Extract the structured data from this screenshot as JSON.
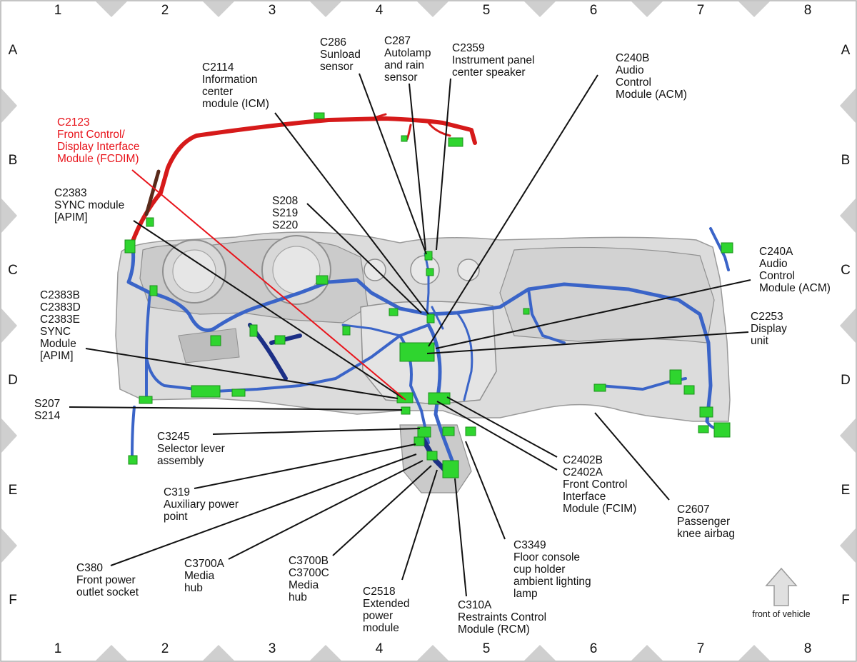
{
  "grid": {
    "columns": [
      "1",
      "2",
      "3",
      "4",
      "5",
      "6",
      "7",
      "8"
    ],
    "rows": [
      "A",
      "B",
      "C",
      "D",
      "E",
      "F"
    ]
  },
  "orientation": {
    "label": "front of vehicle"
  },
  "colors": {
    "harness_red": "#d61a1a",
    "harness_blue": "#3a64c8",
    "harness_dark_blue": "#1c2f86",
    "connector_green": "#2fd52f",
    "highlight_red": "#e8141b",
    "frame_gray": "#c8c8c8",
    "panel_gray": "#d8d8d8"
  },
  "callouts": [
    {
      "id": "c2123",
      "highlight": true,
      "lines": [
        "C2123",
        "Front Control/",
        "Display Interface",
        "Module (FCDIM)"
      ]
    },
    {
      "id": "c2114",
      "lines": [
        "C2114",
        "Information",
        "center",
        "module (ICM)"
      ]
    },
    {
      "id": "c286",
      "lines": [
        "C286",
        "Sunload",
        "sensor"
      ]
    },
    {
      "id": "c287",
      "lines": [
        "C287",
        "Autolamp",
        "and rain",
        "sensor"
      ]
    },
    {
      "id": "c2359",
      "lines": [
        "C2359",
        "Instrument panel",
        "center speaker"
      ]
    },
    {
      "id": "c240b",
      "lines": [
        "C240B",
        "Audio",
        "Control",
        "Module (ACM)"
      ]
    },
    {
      "id": "c2383",
      "lines": [
        "C2383",
        "SYNC module",
        "[APIM]"
      ]
    },
    {
      "id": "s208",
      "lines": [
        "S208",
        "S219",
        "S220"
      ]
    },
    {
      "id": "c240a",
      "lines": [
        "C240A",
        "Audio",
        "Control",
        "Module (ACM)"
      ]
    },
    {
      "id": "c2383b",
      "lines": [
        "C2383B",
        "C2383D",
        "C2383E",
        "SYNC",
        "Module",
        "[APIM]"
      ]
    },
    {
      "id": "c2253",
      "lines": [
        "C2253",
        "Display",
        "unit"
      ]
    },
    {
      "id": "s207",
      "lines": [
        "S207",
        "S214"
      ]
    },
    {
      "id": "c3245",
      "lines": [
        "C3245",
        "Selector lever",
        "assembly"
      ]
    },
    {
      "id": "c2402",
      "lines": [
        "C2402B",
        "C2402A",
        "Front Control",
        "Interface",
        "Module (FCIM)"
      ]
    },
    {
      "id": "c319",
      "lines": [
        "C319",
        "Auxiliary power",
        "point"
      ]
    },
    {
      "id": "c2607",
      "lines": [
        "C2607",
        "Passenger",
        "knee airbag"
      ]
    },
    {
      "id": "c3349",
      "lines": [
        "C3349",
        "Floor console",
        "cup holder",
        "ambient lighting",
        "lamp"
      ]
    },
    {
      "id": "c380",
      "lines": [
        "C380",
        "Front power",
        "outlet socket"
      ]
    },
    {
      "id": "c3700a",
      "lines": [
        "C3700A",
        "Media",
        "hub"
      ]
    },
    {
      "id": "c3700b",
      "lines": [
        "C3700B",
        "C3700C",
        "Media",
        "hub"
      ]
    },
    {
      "id": "c2518",
      "lines": [
        "C2518",
        "Extended",
        "power",
        "module"
      ]
    },
    {
      "id": "c310a",
      "lines": [
        "C310A",
        "Restraints Control",
        "Module (RCM)"
      ]
    }
  ]
}
